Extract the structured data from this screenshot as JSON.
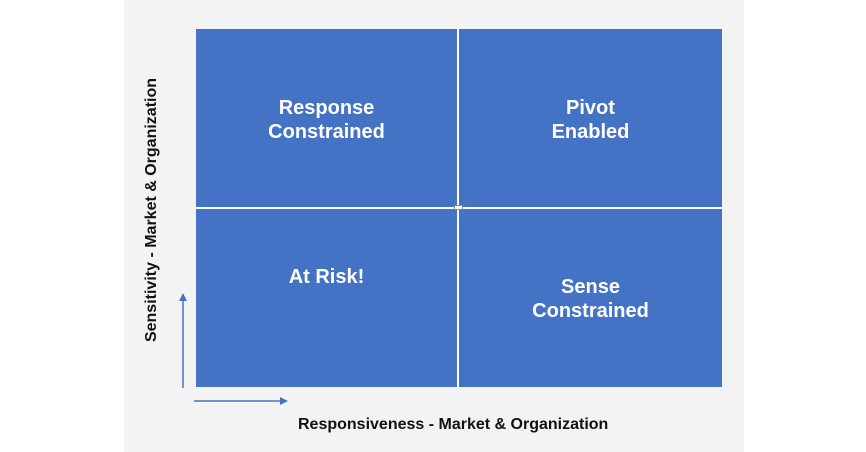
{
  "quadrants": {
    "top_left": {
      "line1": "Response",
      "line2": "Constrained"
    },
    "top_right": {
      "line1": "Pivot",
      "line2": "Enabled"
    },
    "bottom_left": {
      "line1": "At Risk!"
    },
    "bottom_right": {
      "line1": "Sense",
      "line2": "Constrained"
    }
  },
  "axes": {
    "y_label": "Sensitivity - Market & Organization",
    "x_label": "Responsiveness - Market & Organization"
  },
  "colors": {
    "quadrant_fill": "#4472c4",
    "quadrant_text": "#ffffff",
    "arrow": "#4472c4"
  }
}
